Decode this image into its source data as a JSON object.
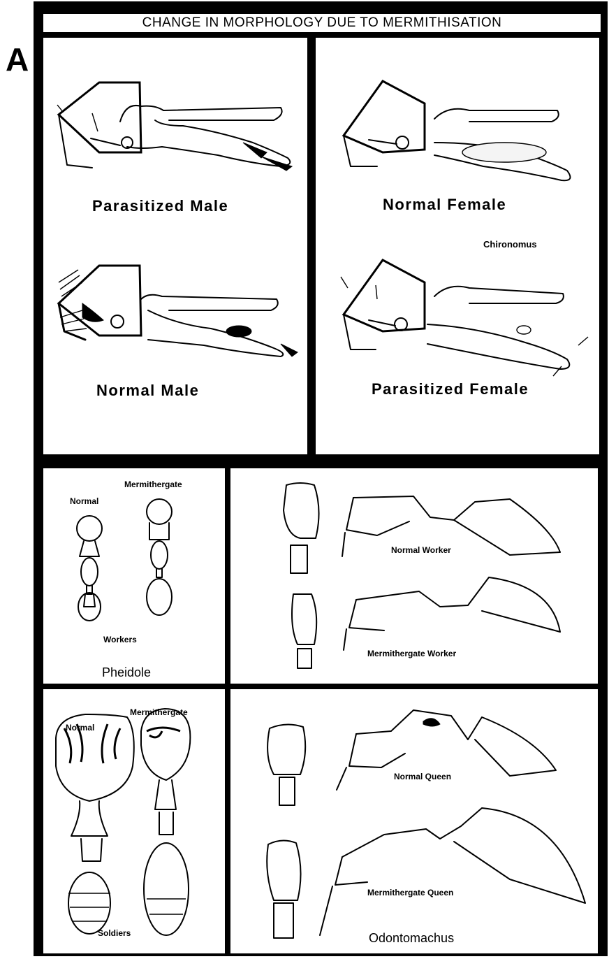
{
  "panel_letter": "A",
  "title": "CHANGE IN MORPHOLOGY DUE TO MERMITHISATION",
  "chironomus": {
    "genus": "Chironomus",
    "parasitized_male": "Parasitized Male",
    "normal_female": "Normal Female",
    "normal_male": "Normal Male",
    "parasitized_female": "Parasitized Female"
  },
  "pheidole": {
    "genus": "Pheidole",
    "workers_panel": {
      "normal": "Normal",
      "mermithergate": "Mermithergate",
      "caption": "Workers"
    },
    "soldiers_panel": {
      "normal": "Normal",
      "mermithergate": "Mermithergate",
      "caption": "Soldiers"
    }
  },
  "odontomachus": {
    "genus": "Odontomachus",
    "normal_worker": "Normal Worker",
    "mermithergate_worker": "Mermithergate Worker",
    "normal_queen": "Normal Queen",
    "mermithergate_queen": "Mermithergate Queen"
  },
  "icons": [
    "female-symbol-icon",
    "male-symbol-icon",
    "midge-icon",
    "ant-icon"
  ]
}
